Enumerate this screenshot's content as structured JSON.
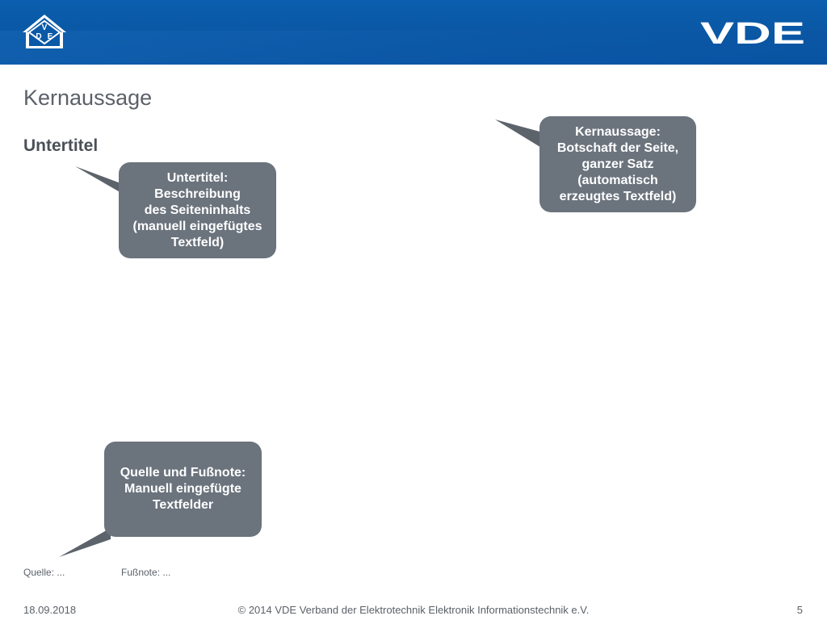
{
  "header": {
    "logo_mark_letters": [
      "V",
      "D",
      "E"
    ],
    "logo_word": "VDE"
  },
  "page": {
    "title": "Kernaussage",
    "subtitle": "Untertitel"
  },
  "callouts": {
    "subtitle_note": "Untertitel:\nBeschreibung\ndes Seiteninhalts\n(manuell eingefügtes\nTextfeld)",
    "title_note": "Kernaussage:\nBotschaft der Seite,\nganzer Satz\n(automatisch\nerzeugtes Textfeld)",
    "source_note": "Quelle und Fußnote:\nManuell eingefügte\nTextfelder"
  },
  "bottom": {
    "source": "Quelle: ...",
    "footnote": "Fußnote: ..."
  },
  "footer": {
    "date": "18.09.2018",
    "copyright": "© 2014 VDE Verband der Elektrotechnik Elektronik Informationstechnik e.V.",
    "page_number": "5"
  },
  "colors": {
    "header_blue": "#0a58a6",
    "callout_gray": "#6b737d",
    "text_gray": "#5b6168"
  }
}
